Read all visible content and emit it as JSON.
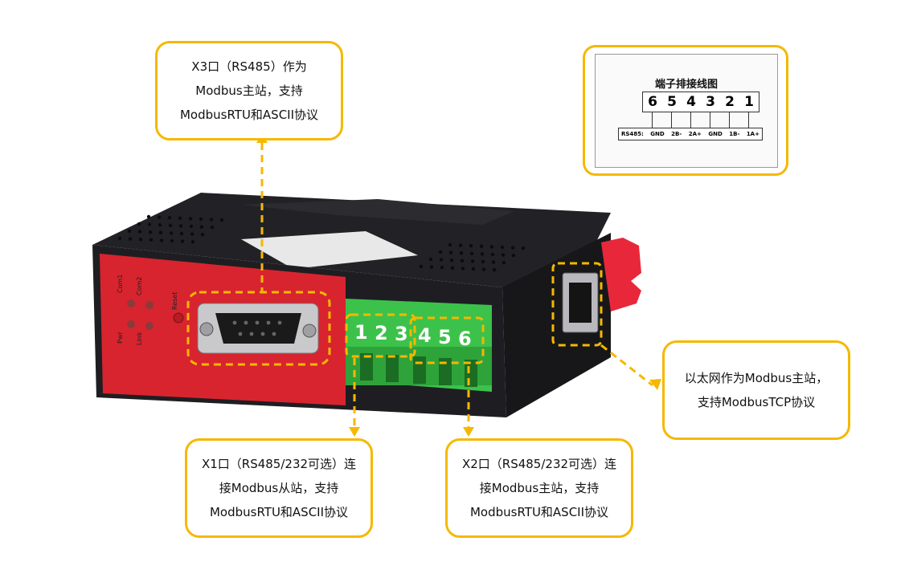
{
  "callouts": {
    "x3": [
      "X3口（RS485）作为",
      "Modbus主站，支持",
      "ModbusRTU和ASCII协议"
    ],
    "x1": [
      "X1口（RS485/232可选）连",
      "接Modbus从站，支持",
      "ModbusRTU和ASCII协议"
    ],
    "x2": [
      "X2口（RS485/232可选）连",
      "接Modbus主站，支持",
      "ModbusRTU和ASCII协议"
    ],
    "eth": [
      "以太网作为Modbus主站，",
      "支持ModbusTCP协议"
    ]
  },
  "diagram": {
    "title": "端子排接线图",
    "numbers": [
      "6",
      "5",
      "4",
      "3",
      "2",
      "1"
    ],
    "prefix": "RS485:",
    "pins": [
      "GND",
      "2B-",
      "2A+",
      "GND",
      "1B-",
      "1A+"
    ]
  },
  "device": {
    "led_labels": [
      "Com1",
      "Com2",
      "Pwr",
      "Link"
    ],
    "reset_label": "Reset",
    "terminal_numbers": [
      "1",
      "2",
      "3",
      "4",
      "5",
      "6"
    ]
  },
  "colors": {
    "accent": "#f5b800",
    "device_red": "#d8242f",
    "device_black": "#1c1c1e",
    "terminal_green": "#3cc24a"
  }
}
